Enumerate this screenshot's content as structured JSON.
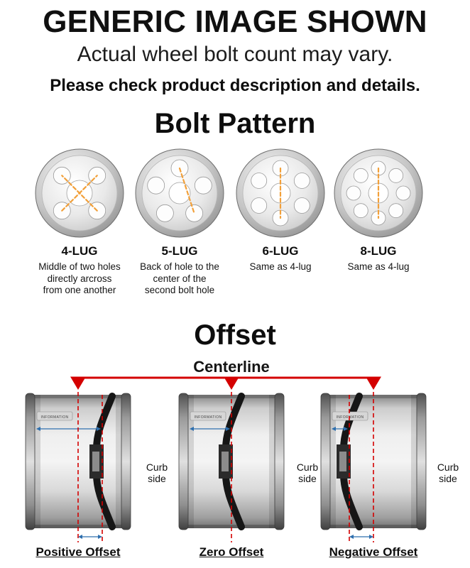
{
  "header": {
    "title": "GENERIC IMAGE SHOWN",
    "subtitle": "Actual wheel bolt count may vary.",
    "note": "Please check product description and details."
  },
  "bolt_pattern": {
    "title": "Bolt Pattern",
    "items": [
      {
        "label": "4-LUG",
        "lugs": 4,
        "description": "Middle of two holes directly arcross from one another"
      },
      {
        "label": "5-LUG",
        "lugs": 5,
        "description": "Back of hole to the center of the second bolt hole"
      },
      {
        "label": "6-LUG",
        "lugs": 6,
        "description": "Same as 4-lug"
      },
      {
        "label": "8-LUG",
        "lugs": 8,
        "description": "Same as 4-lug"
      }
    ]
  },
  "offset": {
    "title": "Offset",
    "centerline_label": "Centerline",
    "curb_side_label": "Curb side",
    "barrel_text": "INFORMATION",
    "items": [
      {
        "label": "Positive Offset",
        "type": "positive"
      },
      {
        "label": "Zero Offset",
        "type": "zero"
      },
      {
        "label": "Negative Offset",
        "type": "negative"
      }
    ]
  },
  "colors": {
    "accent_red": "#d40000",
    "measure_orange": "#f2a03a",
    "measure_blue": "#2e6fae",
    "text": "#111111"
  }
}
